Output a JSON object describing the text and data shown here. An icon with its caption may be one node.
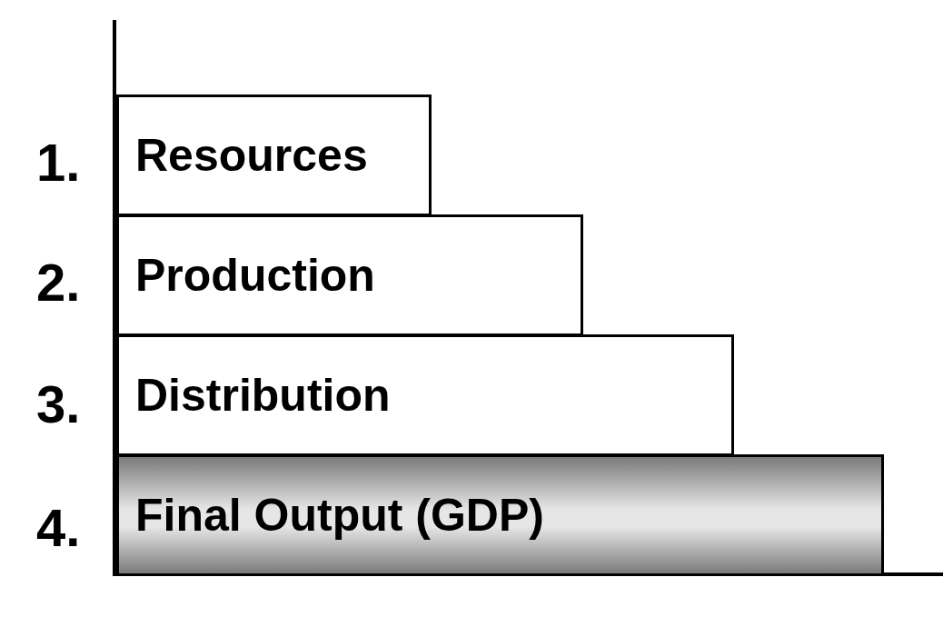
{
  "diagram": {
    "nodes": [
      {
        "text": [
          "Resources"
        ]
      },
      {
        "text": [
          "Production"
        ]
      },
      {
        "text": [
          "Distribution"
        ]
      },
      {
        "text": [
          "Final Output (GDP)"
        ]
      }
    ],
    "labels": [
      "1.",
      "2.",
      "3.",
      "4."
    ]
  }
}
